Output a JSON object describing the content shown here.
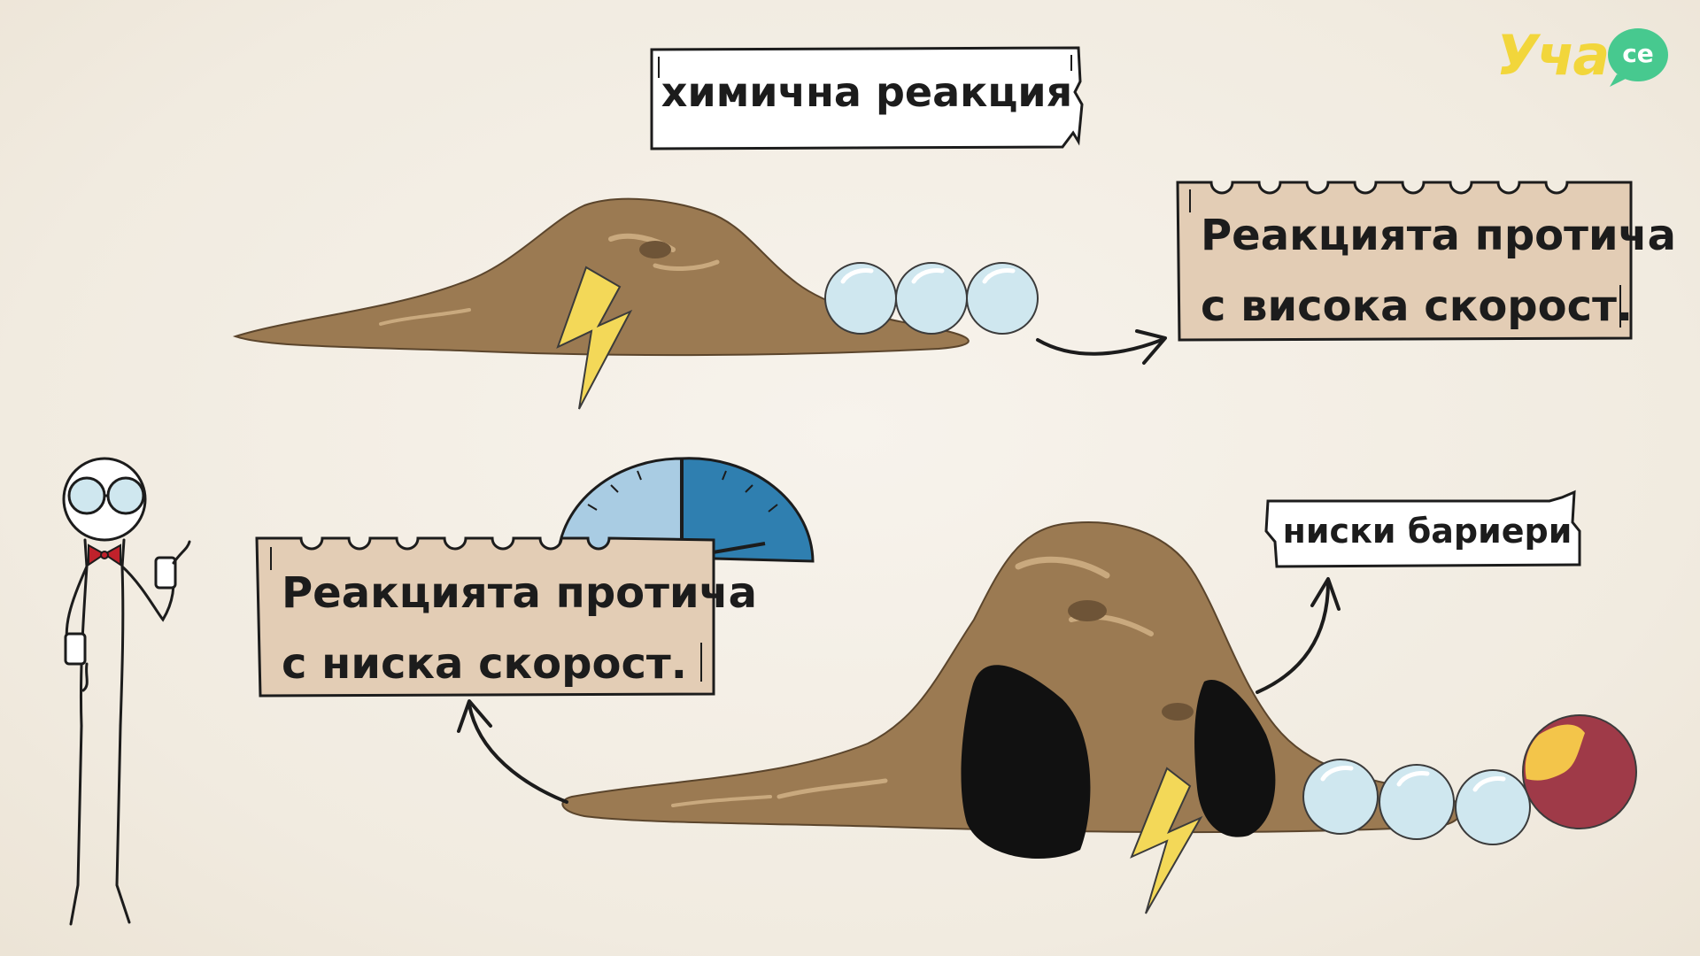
{
  "title_label": "химична реакция",
  "top_card": {
    "line1": "Реакцията протича",
    "line2": "с висока скорост."
  },
  "bottom_card": {
    "line1": "Реакцията протича",
    "line2": "с ниска скорост."
  },
  "low_barriers_label": "ниски бариери",
  "logo": {
    "text": "Уча",
    "badge": "се"
  },
  "colors": {
    "background": "#f4efe6",
    "dirt": "#9b7a52",
    "card_fill": "#e3cdb5",
    "sphere": "#cfe7ef",
    "lightning": "#f3d858",
    "gauge_light": "#a9cce3",
    "gauge_dark": "#2f7fb0",
    "bowtie": "#c0212b",
    "red_ball": "#9f3a48",
    "logo_yellow": "#f2d63b",
    "logo_green": "#47c98f"
  }
}
